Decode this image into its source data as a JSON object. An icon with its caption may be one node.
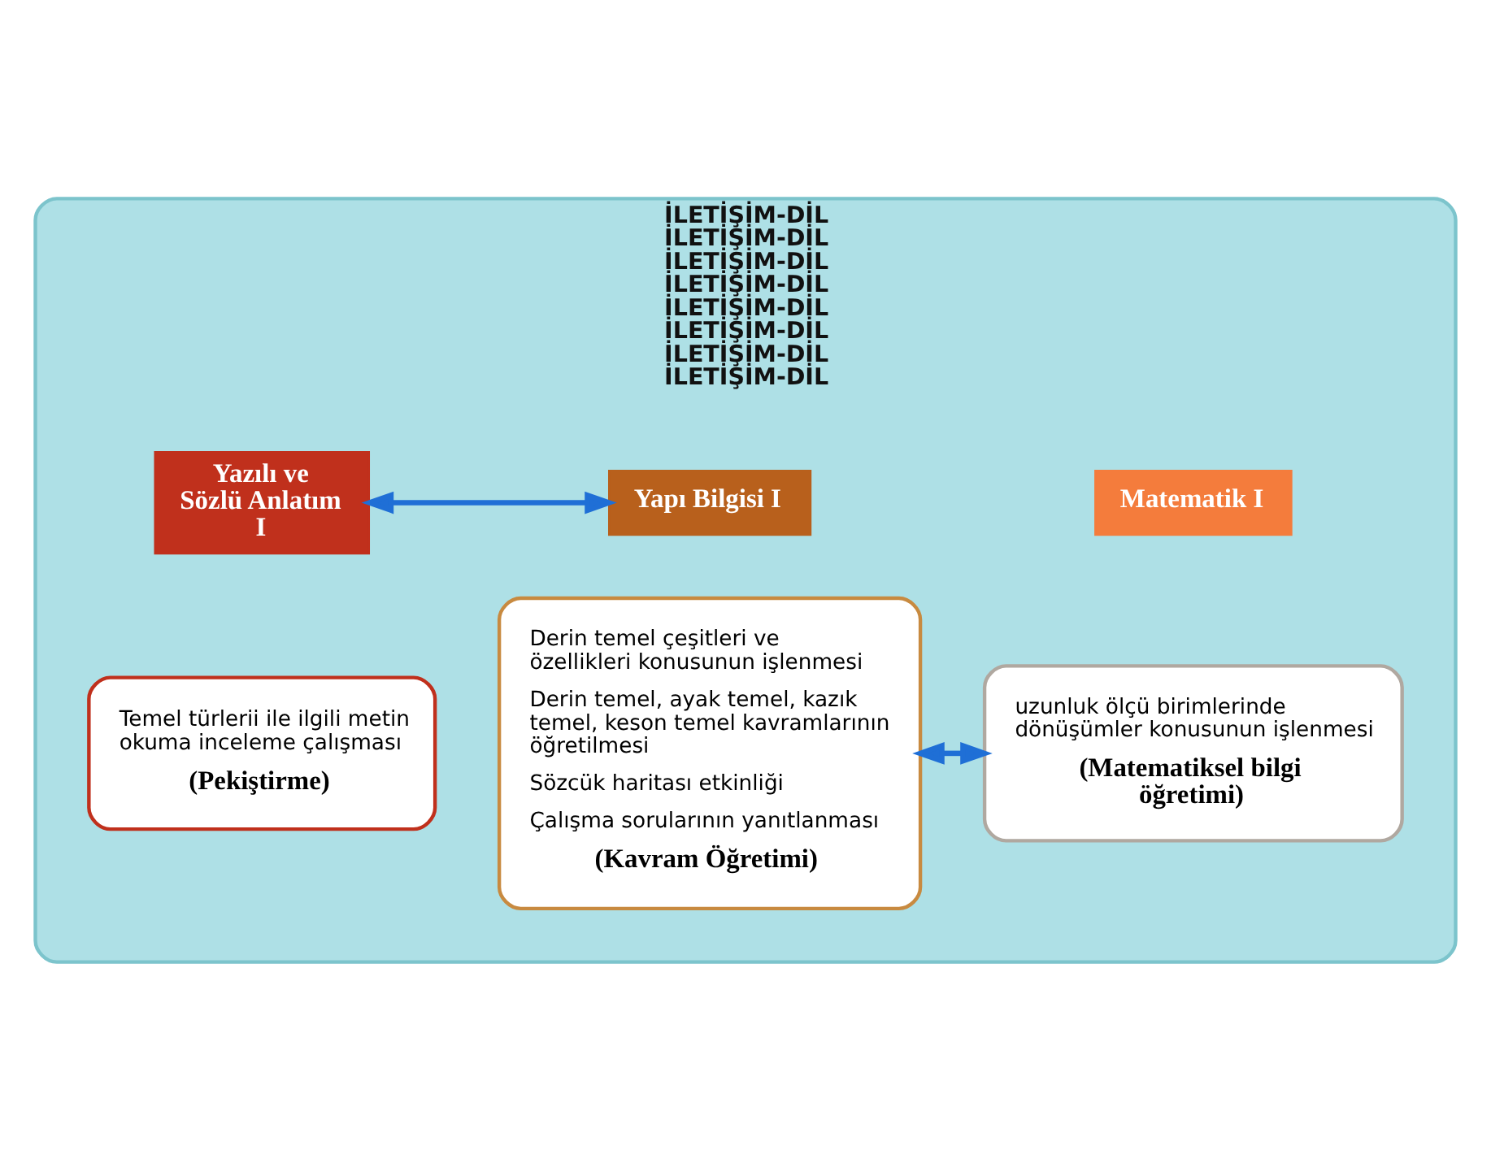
{
  "diagram": {
    "nodes": [
      {
        "text": [
          "İLETİŞİM-DİL",
          "İLETİŞİM-DİL",
          "İLETİŞİM-DİL",
          "İLETİŞİM-DİL",
          "İLETİŞİM-DİL",
          "İLETİŞİM-DİL",
          "İLETİŞİM-DİL",
          "İLETİŞİM-DİL"
        ]
      },
      {
        "text": [
          "Matematik I"
        ],
        "in": 0
      },
      {
        "text": [
          "uzunluk ölçü birimlerinde dönüşümler konusunun işlenmesi",
          "(Matematiksel bilgi öğretimi)"
        ],
        "in": 0
      },
      {
        "text": [
          "Yapı Bilgisi I"
        ],
        "in": 0
      },
      {
        "text": [
          "Derin temel çeşitleri ve özellikleri konusunun işlenmesi",
          "Derin temel, ayak temel, kazık temel, keson temel kavramlarının öğretilmesi",
          "Sözcük haritası etkinliği",
          "Çalışma sorularının yanıtlanması",
          "(Kavram Öğretimi)"
        ],
        "in": 0
      },
      {
        "text": [
          "Yazılı ve Sözlü Anlatım I"
        ],
        "in": 0
      },
      {
        "text": [
          "Temel türlerii ile ilgili metin okuma inceleme çalışması",
          "(Pekiştirme)"
        ],
        "in": 0
      }
    ],
    "edges": [
      {
        "from": 2,
        "to": 4,
        "arrow": "both"
      },
      {
        "from": 3,
        "to": 5,
        "arrow": "both"
      }
    ]
  }
}
